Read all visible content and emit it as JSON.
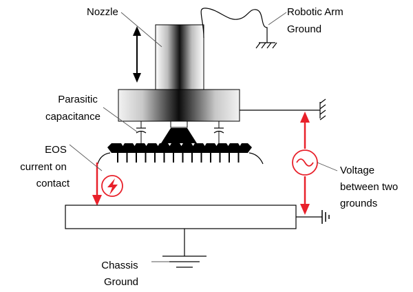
{
  "labels": {
    "nozzle": "Nozzle",
    "robotic_arm_ground": [
      "Robotic Arm",
      "Ground"
    ],
    "parasitic_capacitance": [
      "Parasitic",
      "capacitance"
    ],
    "eos_current": [
      "EOS",
      "current on",
      "contact"
    ],
    "voltage_between_grounds": [
      "Voltage",
      "between two",
      "grounds"
    ],
    "chassis_ground": [
      "Chassis",
      "Ground"
    ]
  },
  "colors": {
    "accent": "#e8202a",
    "line": "#000000",
    "background": "#ffffff"
  },
  "icons": [
    "double-arrow-icon",
    "ground-symbol-icon",
    "capacitor-icon",
    "lightning-bolt-icon",
    "ac-source-icon"
  ]
}
